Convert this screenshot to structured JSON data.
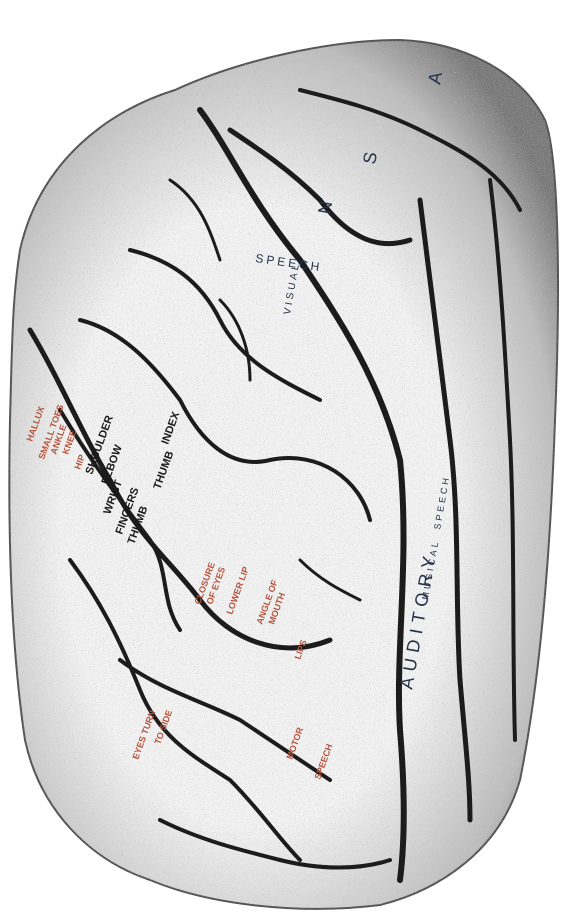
{
  "colors": {
    "paper": "#ffffff",
    "cortex": "#eeeeee",
    "shade": "#8c8c8c",
    "sulcus": "#1c1c1c",
    "black_label": "#1a1a1a",
    "red_label": "#b5533c",
    "blue_label": "#24324a"
  },
  "labels": {
    "black": {
      "index": "INDEX",
      "thumb_upper": "THUMB",
      "shoulder": "SHOULDER",
      "elbow": "ELBOW",
      "wrist": "WRIST",
      "fingers": "FINGERS",
      "thumb_lower": "THUMB"
    },
    "red": {
      "hallux": "HALLUX",
      "small_toes": "SMALL TOES",
      "ankle": "ANKLE",
      "knee": "KNEE",
      "hip": "HIP",
      "closure_of": "CLOSURE",
      "of_eyes": "OF EYES",
      "lower_lip": "LOWER LIP",
      "angle_of": "ANGLE OF",
      "mouth": "MOUTH",
      "lips": "LIPS",
      "eyes_turn": "EYES TURN",
      "to_side": "TO SIDE",
      "motor": "MOTOR",
      "speech": "SPEECH"
    },
    "blue": {
      "speech": "SPEECH",
      "visual": "VISUAL",
      "auditory": "AUDITORY",
      "speech_small": "SPEECH",
      "musical": "MUSICAL",
      "vertical_n": "N",
      "vertical_s": "S",
      "vertical_a": "A"
    }
  }
}
